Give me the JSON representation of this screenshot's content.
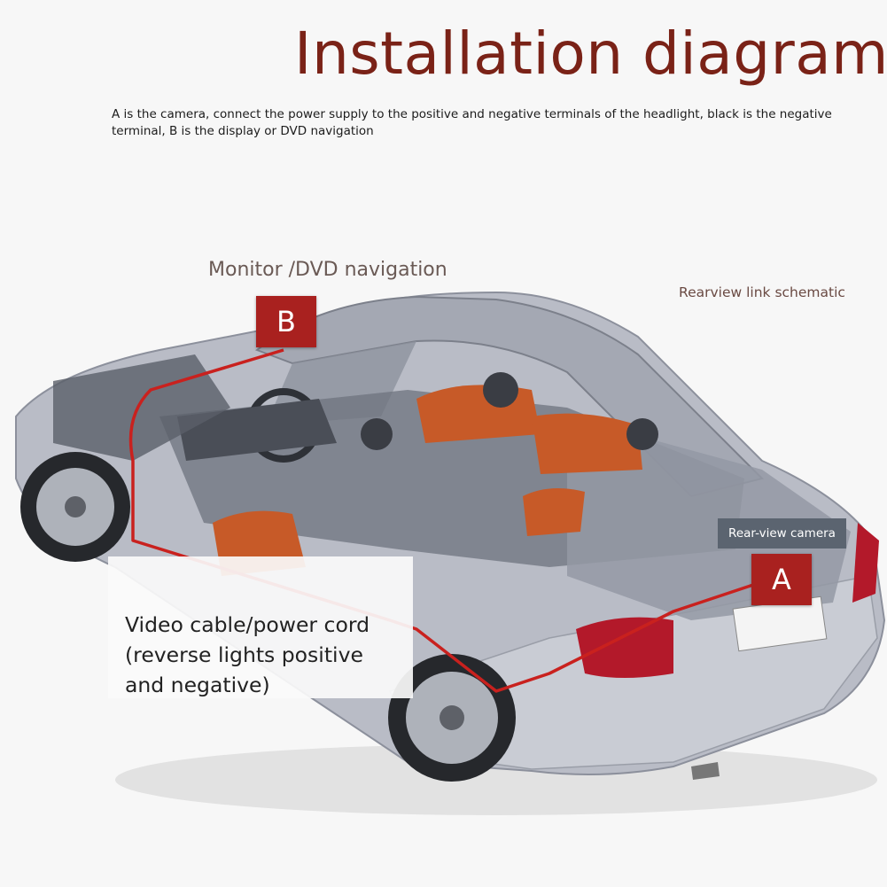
{
  "title": "Installation diagram",
  "description": "A is the camera, connect the power supply to the positive and negative terminals of the headlight, black is the negative terminal, B is the display or DVD navigation",
  "labels": {
    "monitor": "Monitor /DVD navigation",
    "rear_link": "Rearview link schematic",
    "rear_camera": "Rear-view camera",
    "cable": "Video cable/power cord (reverse lights positive and negative)"
  },
  "badges": {
    "b": "B",
    "a": "A"
  },
  "colors": {
    "title": "#7a2217",
    "badge": "#a9211f",
    "cable": "#c9211e",
    "callout": "#5b6470",
    "car_body": "#b9bcc6",
    "seat": "#c75a28"
  }
}
